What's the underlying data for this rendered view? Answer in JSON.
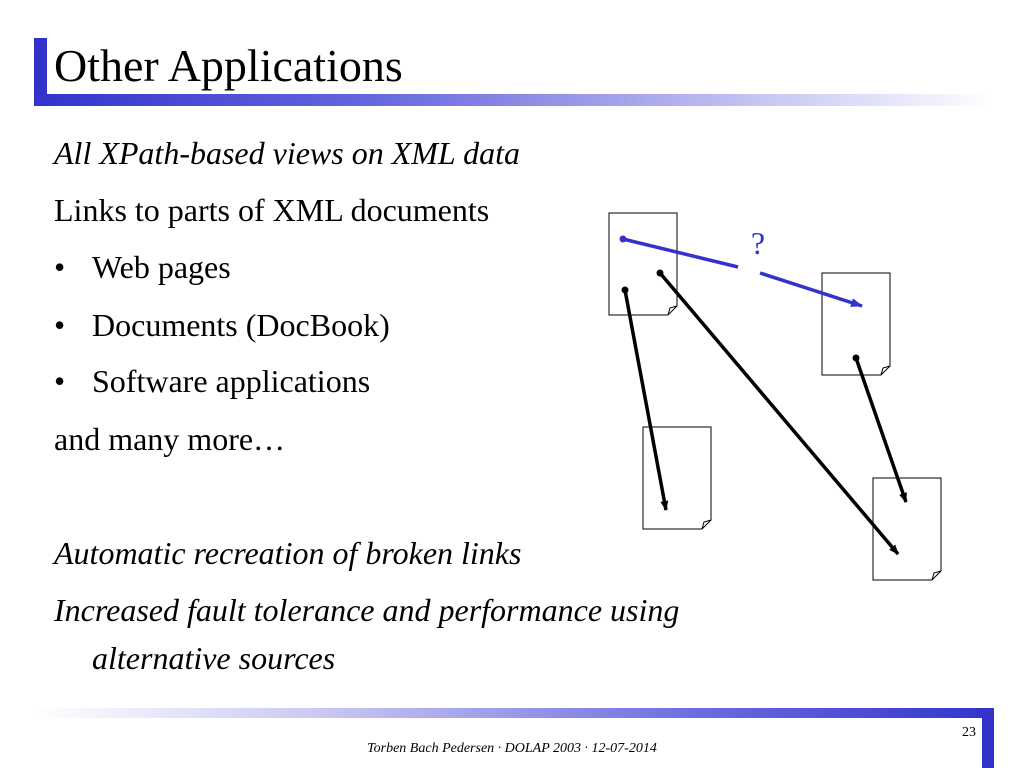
{
  "slide": {
    "title": "Other Applications",
    "lines": {
      "l1": "All XPath-based views on XML data",
      "l2": "Links to parts of XML documents",
      "b1": "Web pages",
      "b2": "Documents (DocBook)",
      "b3": "Software applications",
      "l3": "and many more…",
      "l4": "Automatic recreation of broken links",
      "l5a": "Increased fault tolerance and performance using",
      "l5b": "alternative sources"
    },
    "bullet_char": "•",
    "diagram": {
      "question_mark": "?",
      "accent_color": "#3333cc"
    },
    "footer": {
      "text": "Torben Bach Pedersen · DOLAP 2003 · 12-07-2014",
      "page_number": "23"
    }
  }
}
